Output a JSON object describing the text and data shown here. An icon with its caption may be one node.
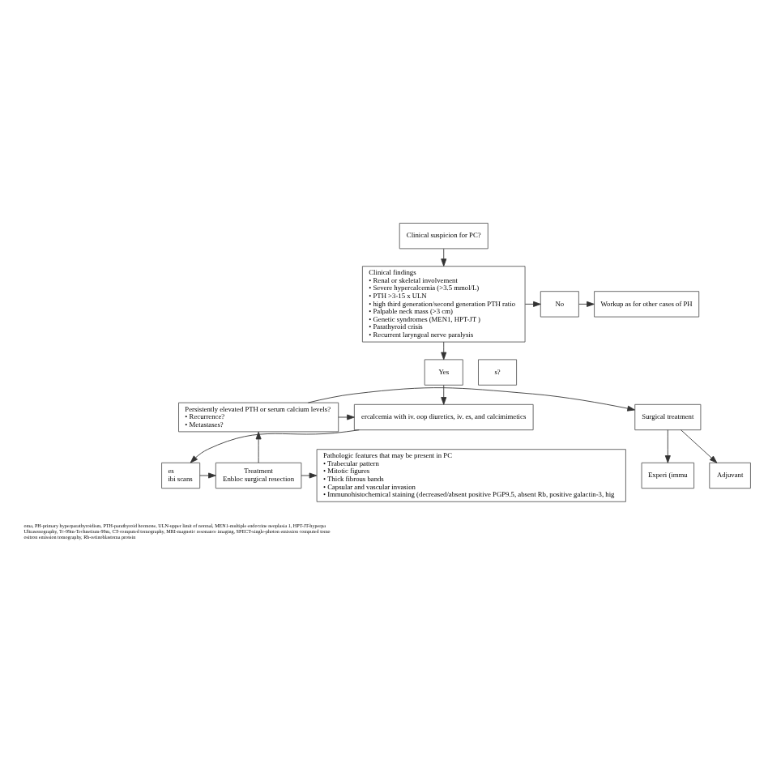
{
  "diagram": {
    "nodes": [
      {
        "text": [
          "Clinical suspicion for PC?"
        ]
      },
      {
        "text": [
          "Clinical findings",
          "• Renal or skeletal involvement",
          "• Severe hypercalcemia (>3.5 mmol/L)",
          "• PTH >3-15 x ULN",
          "• high third generation/second generation PTH ratio",
          "• Palpable neck mass (>3 cm)",
          "• Genetic syndromes (MEN1, HPT-JT )",
          "• Parathyroid crisis",
          "• Recurrent laryngeal nerve paralysis"
        ]
      },
      {
        "text": [
          "No"
        ]
      },
      {
        "text": [
          "Workup as for other cases of PH"
        ]
      },
      {
        "text": [
          "Yes"
        ]
      },
      {
        "text": [
          "s?"
        ]
      },
      {
        "text": [
          "ercalcemia with iv. oop diuretics, iv. es, and calcimimetics"
        ]
      },
      {
        "text": [
          "Persistently elevated PTH or serum calcium levels?",
          "• Recurrence?",
          "• Metastases?"
        ]
      },
      {
        "text": [
          "Surgical treatment"
        ]
      },
      {
        "text": [
          "Adjuvant"
        ]
      },
      {
        "text": [
          "Experi (immu"
        ]
      },
      {
        "text": [
          "es",
          "ibi scans"
        ]
      },
      {
        "text": [
          "Treatment",
          "Enbloc surgical resection"
        ]
      },
      {
        "text": [
          "Pathologic features that may be present in PC",
          "• Trabecular pattern",
          "• Mitotic figures",
          "• Thick fibrous bands",
          "• Capsular and vascular invasion",
          "• Immunohistochemical staining (decreased/absent positive PGP9.5, absent Rb, positive galactin-3, hig"
        ]
      }
    ],
    "edges": [
      {
        "from": 0,
        "to": 1,
        "arrow": "to"
      },
      {
        "from": 1,
        "to": 2,
        "arrow": "to"
      },
      {
        "from": 2,
        "to": 3,
        "arrow": "to"
      },
      {
        "from": 1,
        "to": 4,
        "arrow": "to"
      },
      {
        "from": 4,
        "to": 6,
        "arrow": "to"
      },
      {
        "from": 7,
        "to": 6,
        "arrow": "to"
      },
      {
        "from": 7,
        "to": 8,
        "arrow": "to"
      },
      {
        "from": 8,
        "to": 9,
        "arrow": "to"
      },
      {
        "from": 8,
        "to": 10,
        "arrow": "to"
      },
      {
        "from": 6,
        "to": 11,
        "arrow": "to"
      },
      {
        "from": 11,
        "to": 12,
        "arrow": "to"
      },
      {
        "from": 12,
        "to": 7,
        "arrow": "to"
      },
      {
        "from": 12,
        "to": 13,
        "arrow": "to"
      }
    ],
    "labels": [
      "oma, PH-primary hyperparathyroidism, PTH-parathyroid hormone, ULN-upper limit of normal, MEN1-multiple endocrine neoplasia 1, HPT-JT-hyperpa",
      "Ultrasonography, Tc-99m-Technetium-99m, CT-computed tomography, MRI-magnetic resonance imaging, SPECT-single-photon emission computed tomo",
      "ositron emission tomography, Rb-retinoblastoma protein"
    ]
  }
}
